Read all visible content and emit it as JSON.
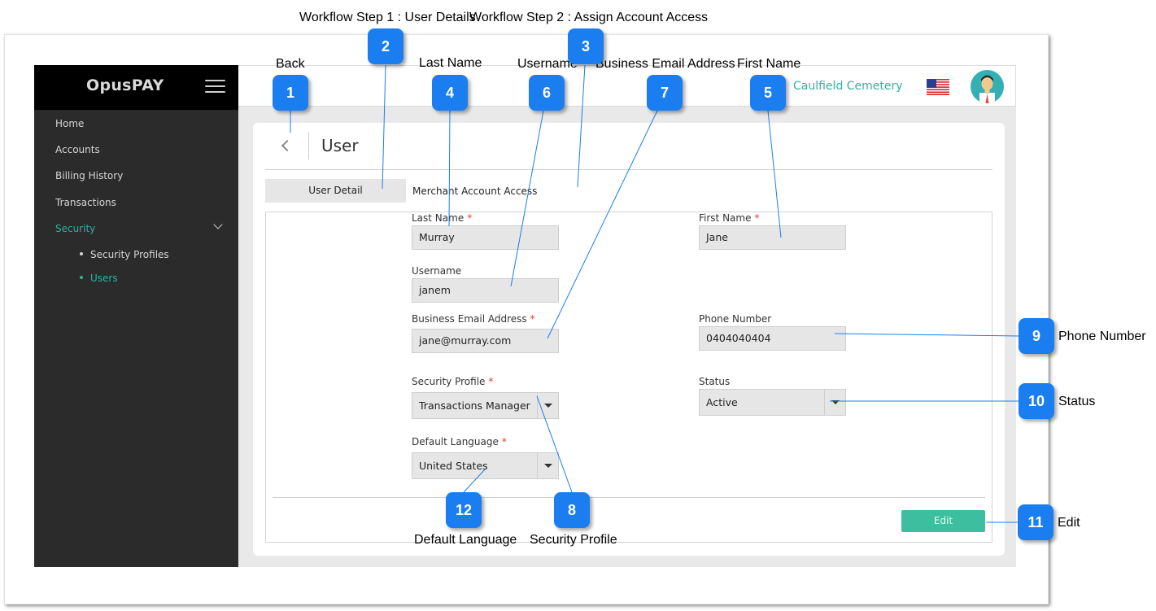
{
  "app": {
    "brand": "OpusPAY",
    "merchant_name": "Caulfield Cemetery",
    "colors": {
      "accent": "#2bb5a0",
      "sidebar": "#2b2b2b",
      "brand_bg": "#000000",
      "callout": "#1a7ef0",
      "edit_button": "#3dbf9f"
    }
  },
  "sidebar": {
    "items": [
      {
        "label": "Home"
      },
      {
        "label": "Accounts"
      },
      {
        "label": "Billing History"
      },
      {
        "label": "Transactions"
      },
      {
        "label": "Security"
      }
    ],
    "subitems": [
      {
        "label": "Security Profiles"
      },
      {
        "label": "Users"
      }
    ]
  },
  "page": {
    "title": "User",
    "tabs": [
      {
        "label": "User Detail"
      },
      {
        "label": "Merchant Account Access"
      }
    ]
  },
  "form": {
    "last_name": {
      "label": "Last Name",
      "value": "Murray",
      "required": "*"
    },
    "first_name": {
      "label": "First Name",
      "value": "Jane",
      "required": "*"
    },
    "username": {
      "label": "Username",
      "value": "janem"
    },
    "email": {
      "label": "Business Email Address",
      "value": "jane@murray.com",
      "required": "*"
    },
    "phone": {
      "label": "Phone Number",
      "value": "0404040404"
    },
    "security_profile": {
      "label": "Security Profile",
      "value": "Transactions Manager",
      "required": "*"
    },
    "status": {
      "label": "Status",
      "value": "Active"
    },
    "default_language": {
      "label": "Default Language",
      "value": "United States",
      "required": "*"
    },
    "edit_label": "Edit"
  },
  "callouts": {
    "header_step1": "Workflow Step 1 : User Details",
    "header_step2": "Workflow Step 2 : Assign Account Access",
    "items": [
      {
        "num": "1",
        "label": "Back"
      },
      {
        "num": "2",
        "label": ""
      },
      {
        "num": "3",
        "label": ""
      },
      {
        "num": "4",
        "label": "Last Name"
      },
      {
        "num": "5",
        "label": "First Name"
      },
      {
        "num": "6",
        "label": "Username"
      },
      {
        "num": "7",
        "label": "Business Email Address"
      },
      {
        "num": "8",
        "label": "Security Profile"
      },
      {
        "num": "9",
        "label": "Phone Number"
      },
      {
        "num": "10",
        "label": "Status"
      },
      {
        "num": "11",
        "label": "Edit"
      },
      {
        "num": "12",
        "label": "Default Language"
      }
    ]
  }
}
